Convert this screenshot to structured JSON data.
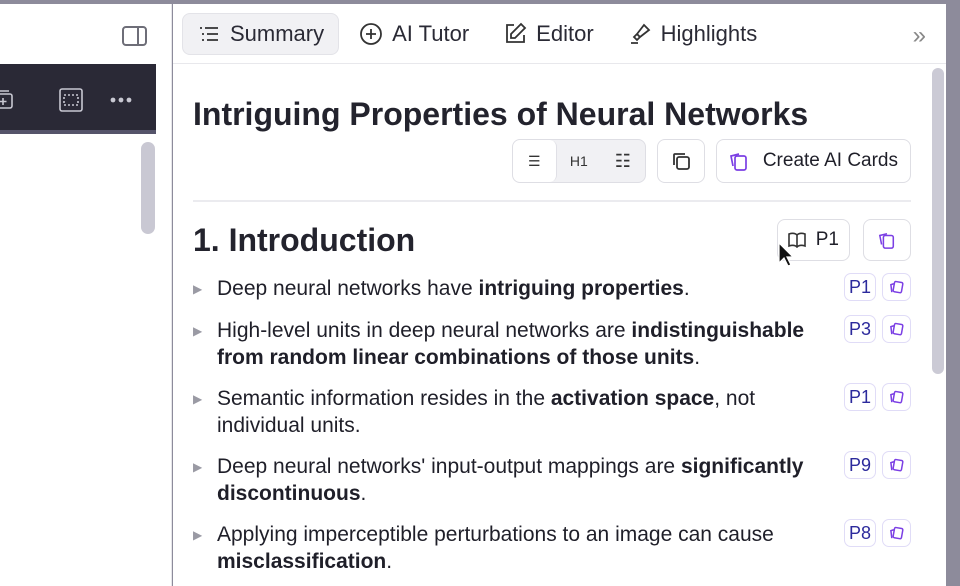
{
  "tabs": [
    {
      "label": "Summary",
      "icon": "list-icon",
      "active": true
    },
    {
      "label": "AI Tutor",
      "icon": "plus-circle-icon"
    },
    {
      "label": "Editor",
      "icon": "edit-icon"
    },
    {
      "label": "Highlights",
      "icon": "highlighter-icon"
    }
  ],
  "toolbar": {
    "h1_label": "H1",
    "create_cards_label": "Create AI Cards"
  },
  "title": "Intriguing Properties of Neural Networks",
  "section": {
    "title": "1. Introduction",
    "page": "P1"
  },
  "items": [
    {
      "pre": "Deep neural networks have ",
      "bold": "intriguing properties",
      "post": ".",
      "page": "P1"
    },
    {
      "pre": "High-level units in deep neural networks are ",
      "bold": "indistinguishable from random linear combinations of those units",
      "post": ".",
      "page": "P3"
    },
    {
      "pre": "Semantic information resides in the ",
      "bold": "activation space",
      "post": ", not individual units.",
      "page": "P1"
    },
    {
      "pre": "Deep neural networks' input-output mappings are ",
      "bold": "significantly discontinuous",
      "post": ".",
      "page": "P9"
    },
    {
      "pre": "Applying imperceptible perturbations to an image can cause ",
      "bold": "misclassification",
      "post": ".",
      "page": "P8"
    }
  ],
  "colors": {
    "accent": "#7b3fe4",
    "page_badge": "#2c2a9c"
  }
}
